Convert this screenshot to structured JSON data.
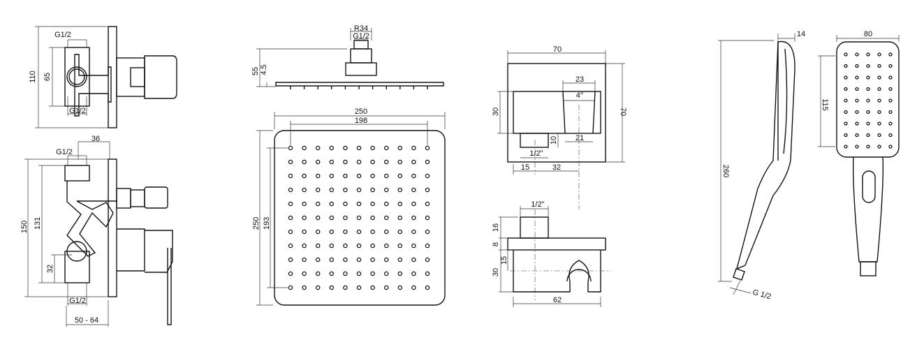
{
  "mixer_top": {
    "height": "110",
    "body_height": "65",
    "inlet_top": "G1/2",
    "inlet_bottom": "G1/2"
  },
  "mixer_side": {
    "height": "150",
    "inner_height": "131",
    "outlet_offset": "32",
    "depth": "36",
    "inlet_top": "G1/2",
    "inlet_bottom": "G1/2",
    "install_depth": "50 - 64"
  },
  "head_side": {
    "radius": "R34",
    "thread": "G1/2",
    "height": "55",
    "thickness": "4.5"
  },
  "head_front": {
    "width": "250",
    "nozzle_span_w": "198",
    "height": "250",
    "nozzle_span_h": "193"
  },
  "bracket_front": {
    "width": "70",
    "height": "70",
    "body_height": "30",
    "slot_top": "23",
    "angle": "4°",
    "nipple": "10",
    "slot_bottom": "21",
    "thread": "1/2\"",
    "offset_left": "15",
    "offset_center": "32"
  },
  "bracket_side": {
    "thread": "1/2\"",
    "nipple_h": "16",
    "plate_h": "8",
    "axis_h": "15",
    "body_h": "30",
    "width": "62"
  },
  "hand_shower": {
    "depth": "14",
    "length": "260",
    "thread": "G 1/2",
    "width": "80",
    "head_height": "115"
  }
}
